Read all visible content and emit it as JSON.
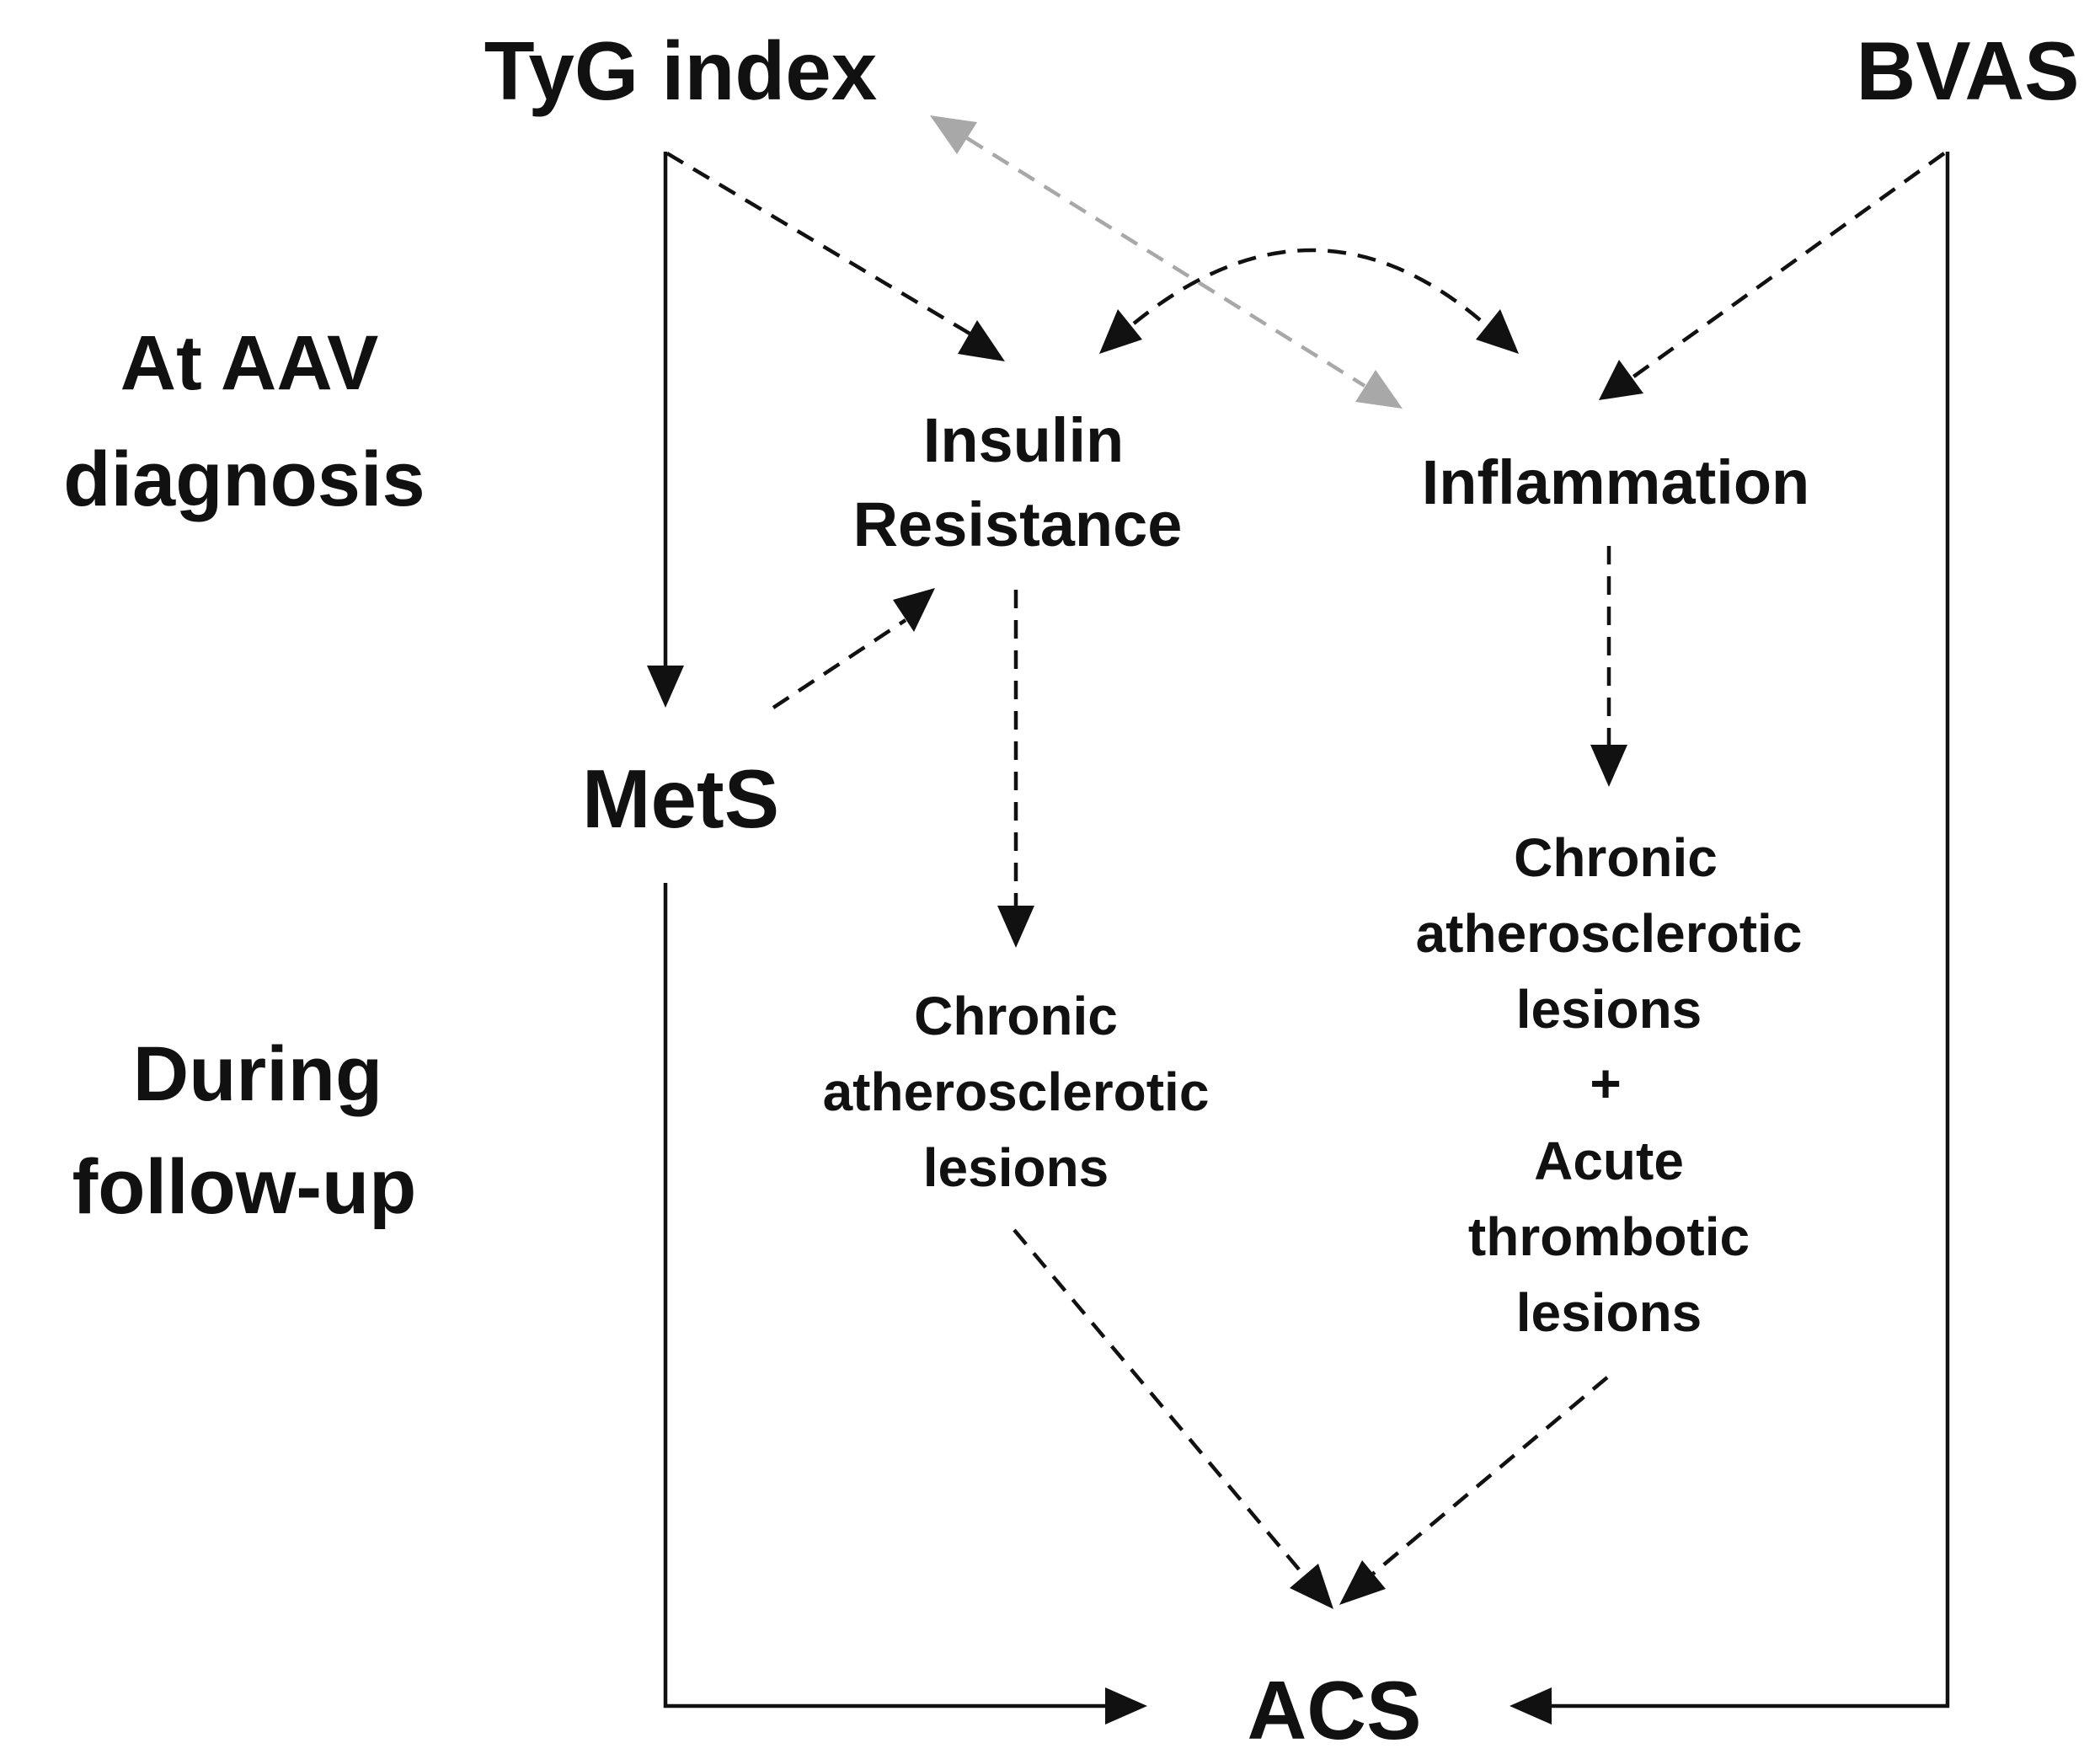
{
  "nodes": {
    "tyg_index": "TyG index",
    "bvas": "BVAS",
    "insulin_resistance": [
      "Insulin",
      "Resistance"
    ],
    "inflammation": "Inflammation",
    "mets": "MetS",
    "chronic_lesions_left": [
      "Chronic",
      "atherosclerotic",
      "lesions"
    ],
    "chronic_acute_lesions_right": [
      "Chronic",
      "atherosclerotic",
      "lesions",
      "+",
      "Acute",
      "thrombotic",
      "lesions"
    ],
    "acs": "ACS"
  },
  "phases": {
    "at_diagnosis": [
      "At AAV",
      "diagnosis"
    ],
    "follow_up": [
      "During",
      "follow-up"
    ]
  },
  "colors": {
    "main": "#111111",
    "secondary_arrow": "#a8a8a8",
    "background": "#ffffff"
  }
}
